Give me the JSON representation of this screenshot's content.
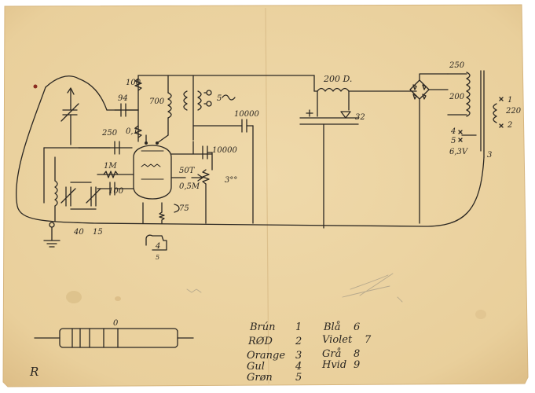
{
  "corner_mark": "R",
  "schematic": {
    "component_labels": {
      "c_antenna": "94",
      "r_top": "100",
      "r_plate_left": "700",
      "output": "5",
      "c_out": "10000",
      "c_grid": "250",
      "r_grid": "0,1",
      "c_cathode": "10000",
      "r_1m": "1M",
      "c_100": "100",
      "pot_50t": "50T",
      "pot_05m": "0,5M",
      "r_mid": "75",
      "r_right": "3°°",
      "trimmer_a": "40",
      "trimmer_b": "15",
      "tube_base_num": "4",
      "tube_base_sub": "5"
    },
    "power_labels": {
      "choke": "200 D.",
      "filter_cap": "32",
      "transformer_primary": "250",
      "transformer_secondary": "200",
      "mains": "220",
      "tap_1": "1",
      "tap_2": "2",
      "tap_3": "3",
      "tap_4": "4",
      "tap_5": "5",
      "heater_voltage": "6,3V"
    }
  },
  "color_code": [
    {
      "name": "Brún",
      "digit": "1",
      "name2": "Blå",
      "digit2": "6"
    },
    {
      "name": "RØD",
      "digit": "2",
      "name2": "Violet",
      "digit2": "7"
    },
    {
      "name": "Orange",
      "digit": "3",
      "name2": "Grå",
      "digit2": "8"
    },
    {
      "name": "Gul",
      "digit": "4",
      "name2": "Hvid",
      "digit2": "9"
    },
    {
      "name": "Grøn",
      "digit": "5",
      "name2": "",
      "digit2": ""
    }
  ],
  "resistor_sketch": {
    "label": "0"
  },
  "colors": {
    "paper": "#ecd5a4",
    "paper_edge": "#e2c38f",
    "ink": "#2b2722",
    "pencil": "#b7a98d",
    "red_mark": "#8a2d21"
  }
}
